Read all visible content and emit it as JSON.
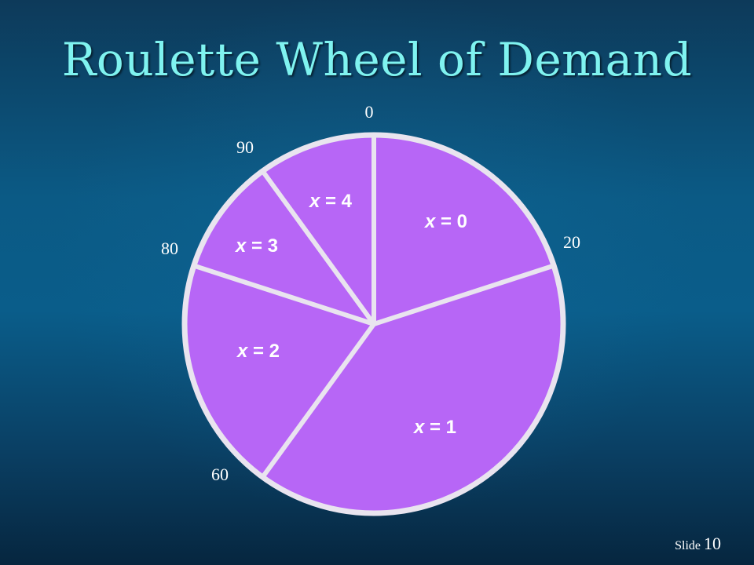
{
  "slide": {
    "title": "Roulette Wheel of Demand",
    "footer_label": "Slide",
    "footer_number": "10"
  },
  "colors": {
    "slice_fill": "#b766f6",
    "border": "#e9e4ef",
    "title": "#7ff3f0"
  },
  "chart_data": {
    "type": "pie",
    "title": "Roulette Wheel of Demand",
    "scale": [
      0,
      100
    ],
    "tick_labels": [
      "0",
      "20",
      "60",
      "80",
      "90"
    ],
    "slices": [
      {
        "label": "x = 0",
        "start": 0,
        "end": 20,
        "value": 20
      },
      {
        "label": "x = 1",
        "start": 20,
        "end": 60,
        "value": 40
      },
      {
        "label": "x = 2",
        "start": 60,
        "end": 80,
        "value": 20
      },
      {
        "label": "x = 3",
        "start": 80,
        "end": 90,
        "value": 10
      },
      {
        "label": "x = 4",
        "start": 90,
        "end": 100,
        "value": 10
      }
    ]
  }
}
